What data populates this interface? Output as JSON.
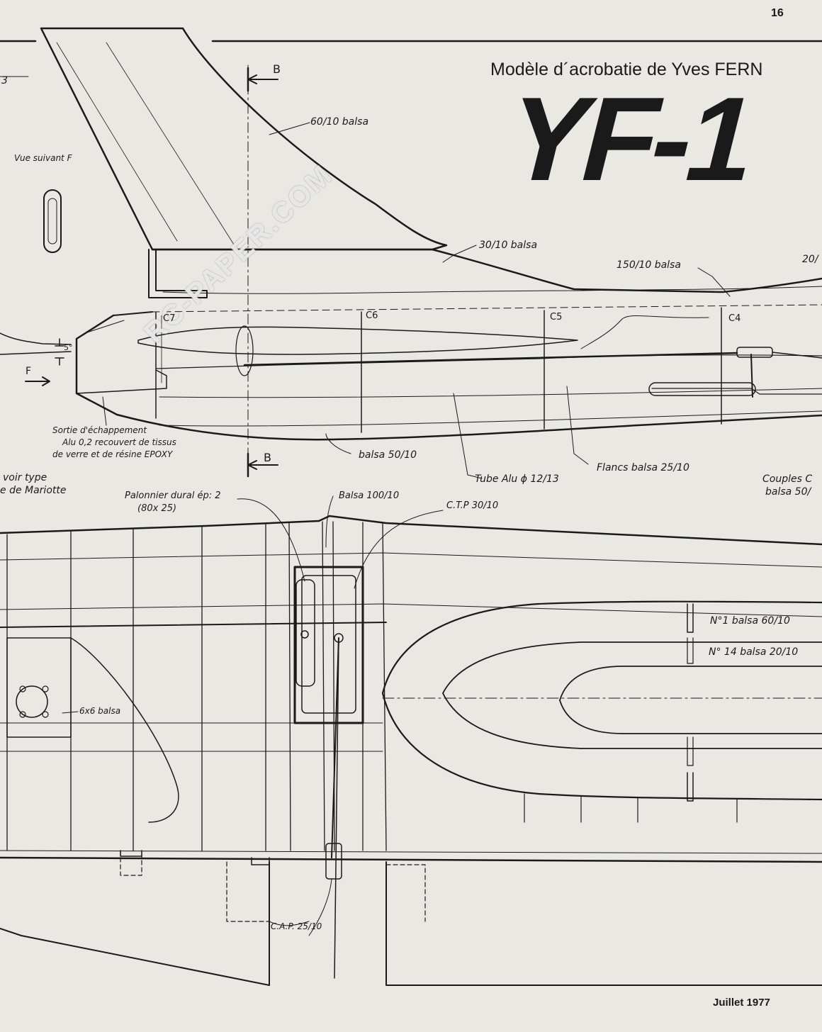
{
  "header": {
    "page_number": "16",
    "subtitle": "Modèle d´acrobatie de Yves FERN",
    "title_fragment": "YF-1",
    "footer_date": "Juillet 1977"
  },
  "watermark": {
    "text": "RC-PAPER.COM"
  },
  "fuselage_side_view": {
    "labels": {
      "section_b_top": "B",
      "section_b_bottom": "B",
      "view_f": "Vue suivant F",
      "arrow_f": "F",
      "angle": "5°",
      "fin_sheet": "60/10 balsa",
      "fin_edge": "30/10 balsa",
      "top_block": "150/10 balsa",
      "top_block_right": "20/",
      "bulkhead_c7": "C7",
      "bulkhead_c6": "C6",
      "bulkhead_c5": "C5",
      "bulkhead_c4": "C4",
      "exhaust_line1": "Sortie d'échappement",
      "exhaust_line2": "Alu 0,2 recouvert de tissus",
      "exhaust_line3": "de verre et de résine EPOXY",
      "bottom_sheet": "balsa 50/10",
      "tube": "Tube Alu ϕ 12/13",
      "sides": "Flancs balsa 25/10",
      "couples_line1": "Couples C",
      "couples_line2": "balsa 50/",
      "tank_line1": "voir type",
      "tank_line2": "e de Mariotte",
      "edge_mark": "3"
    }
  },
  "wing_plan_view": {
    "labels": {
      "bellcrank_line1": "Palonnier dural ép: 2",
      "bellcrank_line2": "(80x 25)",
      "balsa_100": "Balsa 100/10",
      "ctp": "C.T.P 30/10",
      "rib_n1": "N°1 balsa 60/10",
      "rib_n14": "N° 14 balsa 20/10",
      "spar": "6x6 balsa",
      "cap": "C.A.P. 25/10"
    }
  }
}
